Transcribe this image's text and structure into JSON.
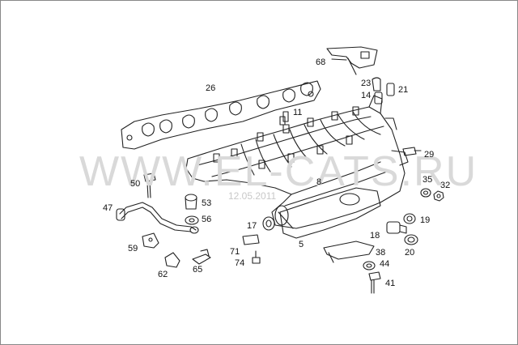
{
  "watermark": {
    "text": "WWW.EL-CATS.RU",
    "date": "12.05.2011"
  },
  "parts": [
    {
      "label": "68"
    },
    {
      "label": "23"
    },
    {
      "label": "14"
    },
    {
      "label": "21"
    },
    {
      "label": "26"
    },
    {
      "label": "11"
    },
    {
      "label": "29"
    },
    {
      "label": "35"
    },
    {
      "label": "32"
    },
    {
      "label": "50"
    },
    {
      "label": "8"
    },
    {
      "label": "53"
    },
    {
      "label": "47"
    },
    {
      "label": "56"
    },
    {
      "label": "17"
    },
    {
      "label": "19"
    },
    {
      "label": "18"
    },
    {
      "label": "5"
    },
    {
      "label": "20"
    },
    {
      "label": "59"
    },
    {
      "label": "71"
    },
    {
      "label": "38"
    },
    {
      "label": "74"
    },
    {
      "label": "44"
    },
    {
      "label": "62"
    },
    {
      "label": "65"
    },
    {
      "label": "41"
    }
  ]
}
